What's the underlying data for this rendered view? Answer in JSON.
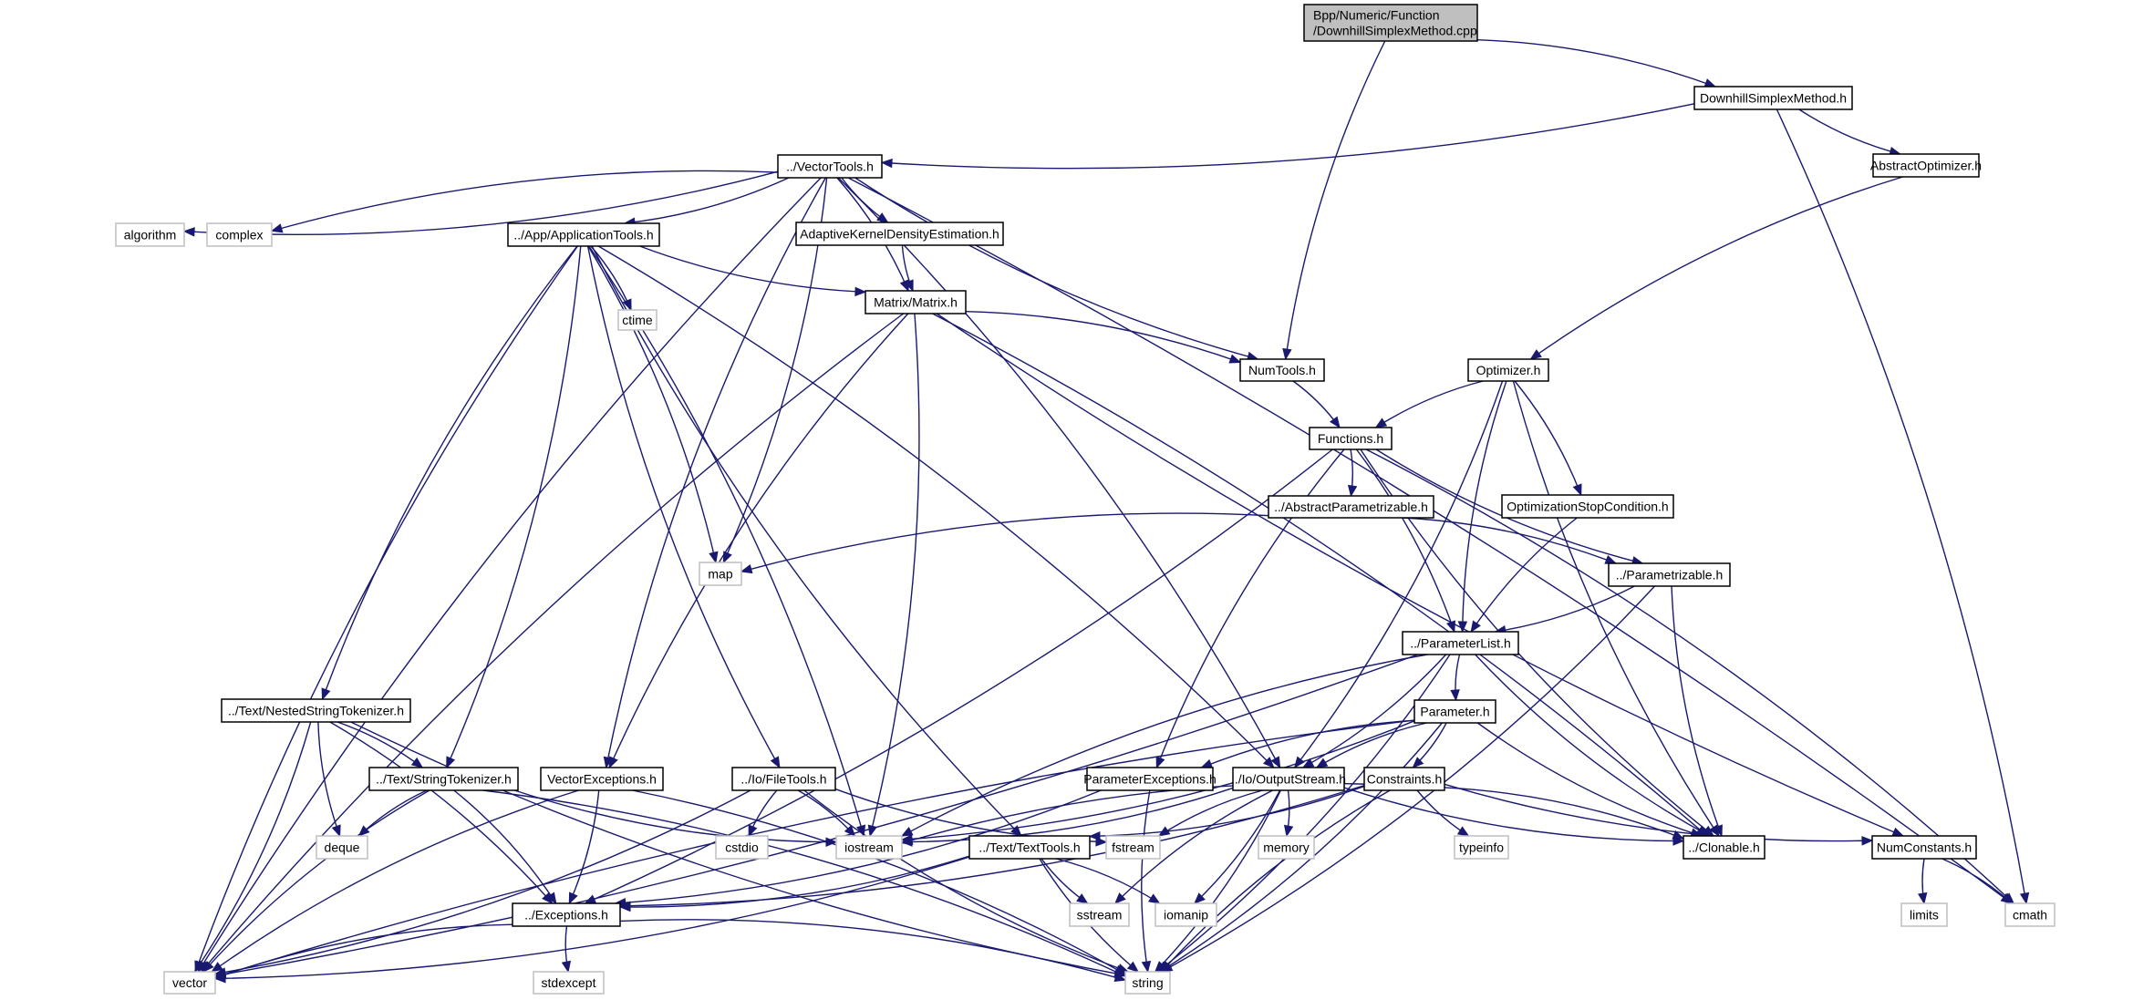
{
  "title": "Include dependency graph for DownhillSimplexMethod.cpp",
  "colors": {
    "edge": "#191970",
    "root_fill": "#bfbfbf",
    "local_border": "#000000",
    "system_border": "#bfbfbf"
  },
  "nodes": [
    {
      "id": "root",
      "kind": "root",
      "lines": [
        "Bpp/Numeric/Function",
        "/DownhillSimplexMethod.cpp"
      ]
    },
    {
      "id": "dsm_h",
      "kind": "local",
      "lines": [
        "DownhillSimplexMethod.h"
      ]
    },
    {
      "id": "vectortools",
      "kind": "local",
      "lines": [
        "../VectorTools.h"
      ]
    },
    {
      "id": "absopt",
      "kind": "local",
      "lines": [
        "AbstractOptimizer.h"
      ]
    },
    {
      "id": "algorithm",
      "kind": "system",
      "lines": [
        "algorithm"
      ]
    },
    {
      "id": "complex",
      "kind": "system",
      "lines": [
        "complex"
      ]
    },
    {
      "id": "apptools",
      "kind": "local",
      "lines": [
        "../App/ApplicationTools.h"
      ]
    },
    {
      "id": "akde",
      "kind": "local",
      "lines": [
        "AdaptiveKernelDensityEstimation.h"
      ]
    },
    {
      "id": "ctime",
      "kind": "system",
      "lines": [
        "ctime"
      ]
    },
    {
      "id": "matrix",
      "kind": "local",
      "lines": [
        "Matrix/Matrix.h"
      ]
    },
    {
      "id": "numtools",
      "kind": "local",
      "lines": [
        "NumTools.h"
      ]
    },
    {
      "id": "optimizer",
      "kind": "local",
      "lines": [
        "Optimizer.h"
      ]
    },
    {
      "id": "functions",
      "kind": "local",
      "lines": [
        "Functions.h"
      ]
    },
    {
      "id": "absparam",
      "kind": "local",
      "lines": [
        "../AbstractParametrizable.h"
      ]
    },
    {
      "id": "optstop",
      "kind": "local",
      "lines": [
        "OptimizationStopCondition.h"
      ]
    },
    {
      "id": "map",
      "kind": "system",
      "lines": [
        "map"
      ]
    },
    {
      "id": "parametrizable",
      "kind": "local",
      "lines": [
        "../Parametrizable.h"
      ]
    },
    {
      "id": "paramlist",
      "kind": "local",
      "lines": [
        "../ParameterList.h"
      ]
    },
    {
      "id": "nested",
      "kind": "local",
      "lines": [
        "../Text/NestedStringTokenizer.h"
      ]
    },
    {
      "id": "parameter",
      "kind": "local",
      "lines": [
        "Parameter.h"
      ]
    },
    {
      "id": "strtok",
      "kind": "local",
      "lines": [
        "../Text/StringTokenizer.h"
      ]
    },
    {
      "id": "vecexc",
      "kind": "local",
      "lines": [
        "VectorExceptions.h"
      ]
    },
    {
      "id": "filetools",
      "kind": "local",
      "lines": [
        "../Io/FileTools.h"
      ]
    },
    {
      "id": "paramexc",
      "kind": "local",
      "lines": [
        "ParameterExceptions.h"
      ]
    },
    {
      "id": "outstream",
      "kind": "local",
      "lines": [
        "../Io/OutputStream.h"
      ]
    },
    {
      "id": "constraints",
      "kind": "local",
      "lines": [
        "Constraints.h"
      ]
    },
    {
      "id": "deque",
      "kind": "system",
      "lines": [
        "deque"
      ]
    },
    {
      "id": "cstdio",
      "kind": "system",
      "lines": [
        "cstdio"
      ]
    },
    {
      "id": "iostream",
      "kind": "system",
      "lines": [
        "iostream"
      ]
    },
    {
      "id": "texttools",
      "kind": "local",
      "lines": [
        "../Text/TextTools.h"
      ]
    },
    {
      "id": "fstream",
      "kind": "system",
      "lines": [
        "fstream"
      ]
    },
    {
      "id": "memory",
      "kind": "system",
      "lines": [
        "memory"
      ]
    },
    {
      "id": "typeinfo",
      "kind": "system",
      "lines": [
        "typeinfo"
      ]
    },
    {
      "id": "clonable",
      "kind": "local",
      "lines": [
        "../Clonable.h"
      ]
    },
    {
      "id": "numconst",
      "kind": "local",
      "lines": [
        "NumConstants.h"
      ]
    },
    {
      "id": "exceptions",
      "kind": "local",
      "lines": [
        "../Exceptions.h"
      ]
    },
    {
      "id": "sstream",
      "kind": "system",
      "lines": [
        "sstream"
      ]
    },
    {
      "id": "iomanip",
      "kind": "system",
      "lines": [
        "iomanip"
      ]
    },
    {
      "id": "limits",
      "kind": "system",
      "lines": [
        "limits"
      ]
    },
    {
      "id": "cmath",
      "kind": "system",
      "lines": [
        "cmath"
      ]
    },
    {
      "id": "vector",
      "kind": "system",
      "lines": [
        "vector"
      ]
    },
    {
      "id": "stdexcept",
      "kind": "system",
      "lines": [
        "stdexcept"
      ]
    },
    {
      "id": "string",
      "kind": "system",
      "lines": [
        "string"
      ]
    }
  ],
  "edges": [
    [
      "root",
      "dsm_h"
    ],
    [
      "root",
      "numtools"
    ],
    [
      "dsm_h",
      "vectortools"
    ],
    [
      "dsm_h",
      "absopt"
    ],
    [
      "dsm_h",
      "cmath"
    ],
    [
      "absopt",
      "optimizer"
    ],
    [
      "vectortools",
      "algorithm"
    ],
    [
      "vectortools",
      "complex"
    ],
    [
      "vectortools",
      "apptools"
    ],
    [
      "vectortools",
      "akde"
    ],
    [
      "vectortools",
      "matrix"
    ],
    [
      "vectortools",
      "numtools"
    ],
    [
      "vectortools",
      "map"
    ],
    [
      "vectortools",
      "vecexc"
    ],
    [
      "vectortools",
      "outstream"
    ],
    [
      "vectortools",
      "vector"
    ],
    [
      "vectortools",
      "cmath"
    ],
    [
      "akde",
      "matrix"
    ],
    [
      "apptools",
      "ctime"
    ],
    [
      "apptools",
      "matrix"
    ],
    [
      "apptools",
      "map"
    ],
    [
      "apptools",
      "nested"
    ],
    [
      "apptools",
      "strtok"
    ],
    [
      "apptools",
      "filetools"
    ],
    [
      "apptools",
      "iostream"
    ],
    [
      "apptools",
      "texttools"
    ],
    [
      "apptools",
      "outstream"
    ],
    [
      "apptools",
      "vector"
    ],
    [
      "matrix",
      "numtools"
    ],
    [
      "matrix",
      "vecexc"
    ],
    [
      "matrix",
      "iostream"
    ],
    [
      "matrix",
      "vector"
    ],
    [
      "matrix",
      "clonable"
    ],
    [
      "matrix",
      "numconst"
    ],
    [
      "numtools",
      "functions"
    ],
    [
      "optimizer",
      "functions"
    ],
    [
      "optimizer",
      "optstop"
    ],
    [
      "optimizer",
      "paramlist"
    ],
    [
      "optimizer",
      "outstream"
    ],
    [
      "optimizer",
      "clonable"
    ],
    [
      "functions",
      "absparam"
    ],
    [
      "functions",
      "parametrizable"
    ],
    [
      "functions",
      "paramlist"
    ],
    [
      "functions",
      "paramexc"
    ],
    [
      "functions",
      "exceptions"
    ],
    [
      "functions",
      "clonable"
    ],
    [
      "functions",
      "cmath"
    ],
    [
      "absparam",
      "map"
    ],
    [
      "absparam",
      "parametrizable"
    ],
    [
      "optstop",
      "paramlist"
    ],
    [
      "parametrizable",
      "paramlist"
    ],
    [
      "parametrizable",
      "clonable"
    ],
    [
      "parametrizable",
      "string"
    ],
    [
      "paramlist",
      "parameter"
    ],
    [
      "paramlist",
      "outstream"
    ],
    [
      "paramlist",
      "iostream"
    ],
    [
      "paramlist",
      "vector"
    ],
    [
      "paramlist",
      "clonable"
    ],
    [
      "paramlist",
      "string"
    ],
    [
      "parameter",
      "paramexc"
    ],
    [
      "parameter",
      "constraints"
    ],
    [
      "parameter",
      "outstream"
    ],
    [
      "parameter",
      "iostream"
    ],
    [
      "parameter",
      "clonable"
    ],
    [
      "parameter",
      "string"
    ],
    [
      "parameter",
      "vector"
    ],
    [
      "nested",
      "strtok"
    ],
    [
      "nested",
      "deque"
    ],
    [
      "nested",
      "exceptions"
    ],
    [
      "nested",
      "string"
    ],
    [
      "nested",
      "vector"
    ],
    [
      "strtok",
      "deque"
    ],
    [
      "strtok",
      "exceptions"
    ],
    [
      "strtok",
      "iostream"
    ],
    [
      "strtok",
      "string"
    ],
    [
      "strtok",
      "vector"
    ],
    [
      "vecexc",
      "exceptions"
    ],
    [
      "vecexc",
      "vector"
    ],
    [
      "vecexc",
      "string"
    ],
    [
      "filetools",
      "cstdio"
    ],
    [
      "filetools",
      "iostream"
    ],
    [
      "filetools",
      "fstream"
    ],
    [
      "filetools",
      "vector"
    ],
    [
      "filetools",
      "string"
    ],
    [
      "paramexc",
      "exceptions"
    ],
    [
      "paramexc",
      "string"
    ],
    [
      "outstream",
      "memory"
    ],
    [
      "outstream",
      "fstream"
    ],
    [
      "outstream",
      "iostream"
    ],
    [
      "outstream",
      "sstream"
    ],
    [
      "outstream",
      "iomanip"
    ],
    [
      "outstream",
      "clonable"
    ],
    [
      "outstream",
      "string"
    ],
    [
      "constraints",
      "typeinfo"
    ],
    [
      "constraints",
      "texttools"
    ],
    [
      "constraints",
      "iostream"
    ],
    [
      "constraints",
      "clonable"
    ],
    [
      "constraints",
      "numconst"
    ],
    [
      "constraints",
      "exceptions"
    ],
    [
      "constraints",
      "string"
    ],
    [
      "texttools",
      "exceptions"
    ],
    [
      "texttools",
      "sstream"
    ],
    [
      "texttools",
      "iomanip"
    ],
    [
      "texttools",
      "string"
    ],
    [
      "texttools",
      "vector"
    ],
    [
      "numconst",
      "limits"
    ],
    [
      "numconst",
      "cmath"
    ],
    [
      "exceptions",
      "stdexcept"
    ],
    [
      "exceptions",
      "string"
    ],
    [
      "exceptions",
      "vector"
    ]
  ]
}
